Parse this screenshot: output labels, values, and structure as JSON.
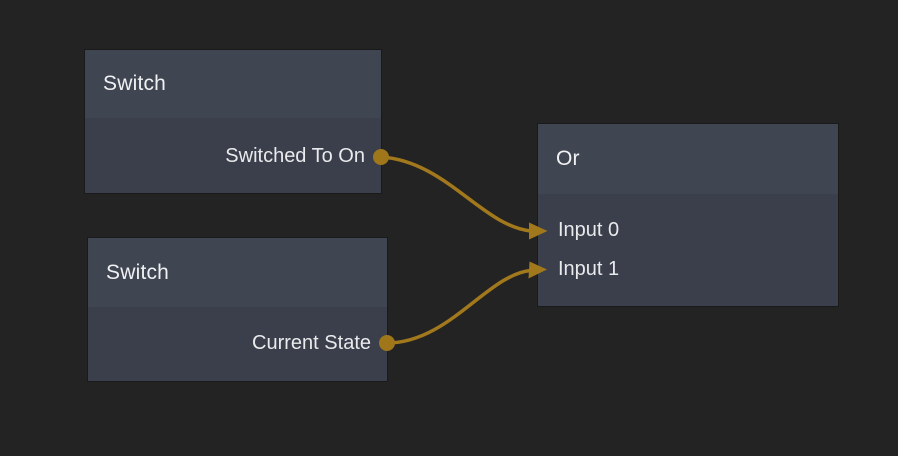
{
  "editor": {
    "background_color": "#232323",
    "node_header_color": "#404552",
    "node_body_color": "#3a3f4b",
    "text_color": "#eceeef",
    "wire_color": "#a2781d"
  },
  "nodes": [
    {
      "id": "switch-1",
      "title": "Switch",
      "inputs": [],
      "outputs": [
        {
          "label": "Switched To On"
        }
      ]
    },
    {
      "id": "switch-2",
      "title": "Switch",
      "inputs": [],
      "outputs": [
        {
          "label": "Current State"
        }
      ]
    },
    {
      "id": "or-1",
      "title": "Or",
      "inputs": [
        {
          "label": "Input 0"
        },
        {
          "label": "Input 1"
        }
      ],
      "outputs": []
    }
  ],
  "connections": [
    {
      "from": "switch-1 / Switched To On",
      "to": "or-1 / Input 0"
    },
    {
      "from": "switch-2 / Current State",
      "to": "or-1 / Input 1"
    }
  ]
}
